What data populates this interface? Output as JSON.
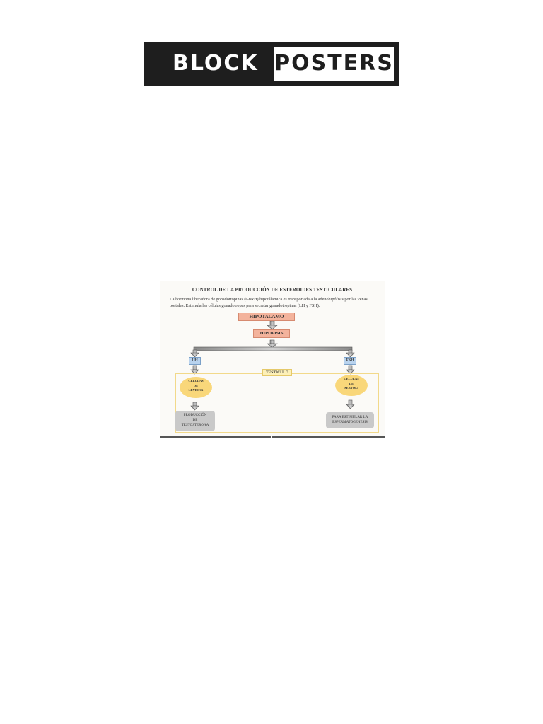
{
  "logo": {
    "word1": "BLOCK",
    "word2": "POSTERS"
  },
  "diagram": {
    "title": "CONTROL DE LA PRODUCCIÓN DE ESTEROIDES TESTICULARES",
    "intro": "La hormona liberadora de gonadotropinas (GnRH) hipotálamica es transportada a la adenohipófisis por las venas portales. Estimula las células gonadotropas para secretar gonadotropinas (LH y FSH).",
    "hipotalamo": "HIPOTALAMO",
    "hipofisis": "HIPOFISIS",
    "lh": "LH",
    "fsh": "FSH",
    "testiculo": "TESTICULO",
    "leydig": [
      "CELULAS",
      "DE",
      "LEYDING"
    ],
    "sertoli": [
      "CELULAS",
      "DE",
      "SERTOLI"
    ],
    "produccion": [
      "PRODUCCIÓN",
      "DE",
      "TESTOSTERONA"
    ],
    "estimular": [
      "PARA ESTIMULAR LA",
      "ESPERMATOGENESIS"
    ]
  },
  "colors": {
    "logo_bg": "#1e1e1e",
    "salmon": "#f3b39c",
    "blue": "#b9d3ee",
    "yellow": "#f9d77a",
    "gray": "#c9c9c9"
  }
}
